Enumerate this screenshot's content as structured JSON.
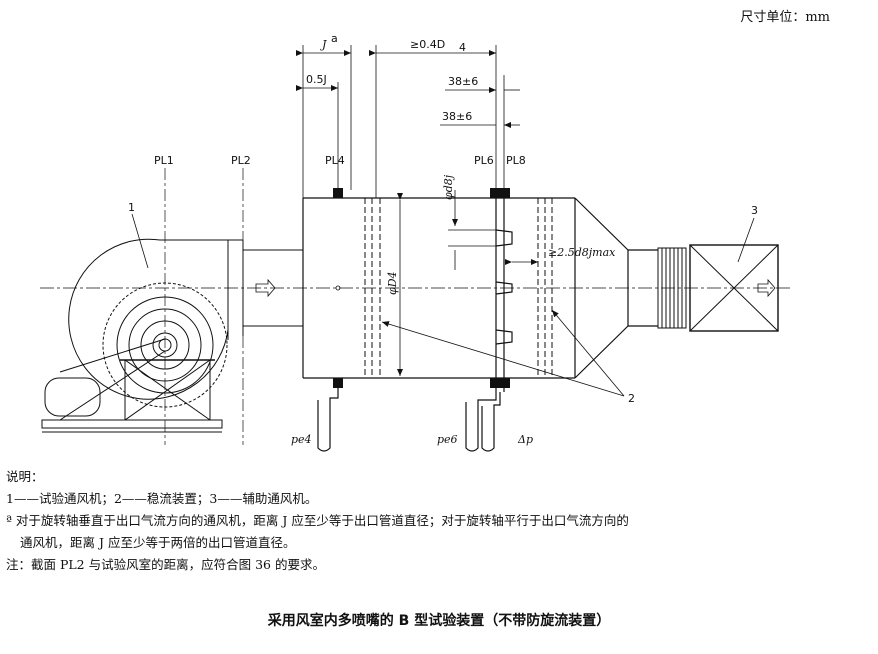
{
  "unit_note": "尺寸单位：mm",
  "labels": {
    "j_footnote": "J",
    "j_sup": "a",
    "half_j": "0.5J",
    "min_dist": "≥0.4D",
    "min_dist_sub": "4",
    "dim_38_a": "38±6",
    "dim_38_b": "38±6",
    "pl1": "PL1",
    "pl2": "PL2",
    "pl4": "PL4",
    "pl6": "PL6",
    "pl8": "PL8",
    "num1": "1",
    "num2": "2",
    "num3": "3",
    "d8j": "φd8j",
    "d4": "φD4",
    "d8max": "≥2.5d8jmax",
    "pe4": "pe4",
    "pe6": "pe6",
    "dp": "Δp"
  },
  "notes": {
    "title": "说明：",
    "legend": "1——试验通风机；2——稳流装置；3——辅助通风机。",
    "footnote_line1": "ª 对于旋转轴垂直于出口气流方向的通风机，距离 J 应至少等于出口管道直径；对于旋转轴平行于出口气流方向的",
    "footnote_line2": "通风机，距离 J 应至少等于两倍的出口管道直径。",
    "note": "注：截面 PL2 与试验风室的距离，应符合图 36 的要求。"
  },
  "caption": "采用风室内多喷嘴的 B 型试验装置（不带防旋流装置）"
}
